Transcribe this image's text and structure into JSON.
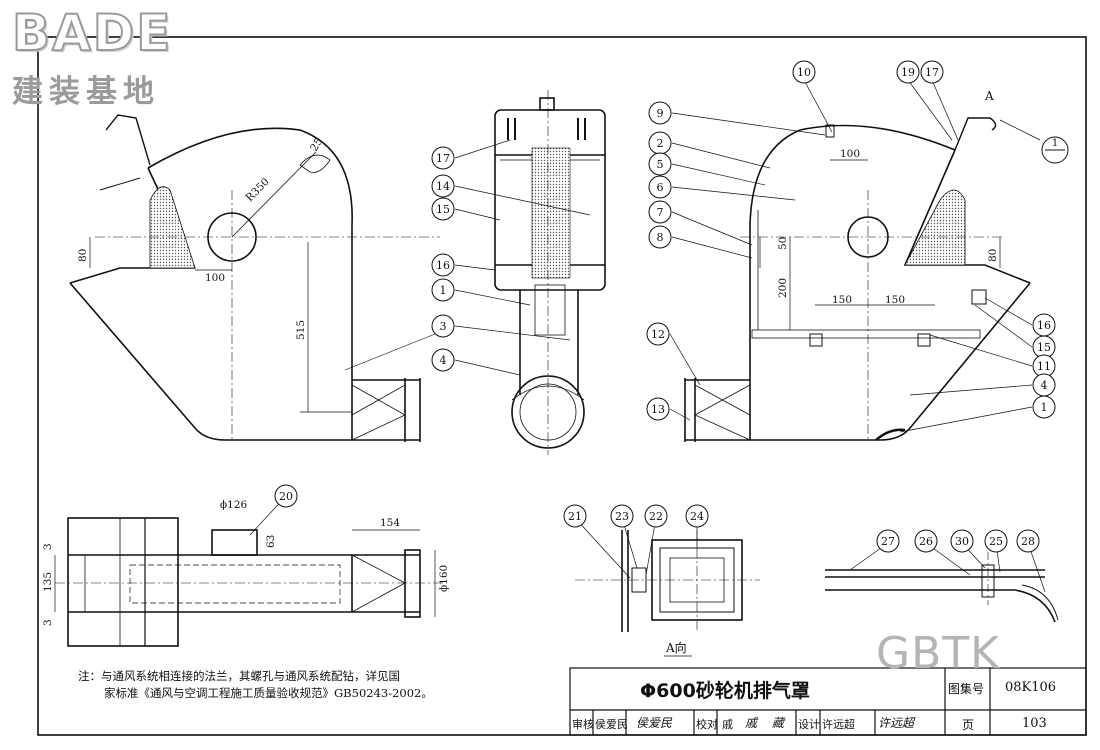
{
  "brand": {
    "name": "BADE",
    "subtitle": "建装基地"
  },
  "watermark": "GBTK",
  "note": {
    "line1": "注：与通风系统相连接的法兰，其螺孔与通风系统配钻，详见国",
    "line2": "家标准《通风与空调工程施工质量验收规范》GB50243-2002。"
  },
  "title_block": {
    "title": "Φ600砂轮机排气罩",
    "atlas_label": "图集号",
    "atlas_no": "08K106",
    "page_label": "页",
    "page_no": "103",
    "signatures": [
      "审核",
      "侯爱民",
      "侯爱民",
      "校对",
      "戚",
      "戚",
      "藏",
      "设计",
      "许远超",
      "许远超"
    ]
  },
  "view_label": "A向",
  "arrow_label": "A",
  "dimensions": {
    "r350": "R350",
    "d25": "25",
    "d80l": "80",
    "d100l": "100",
    "d515": "515",
    "d100r": "100",
    "d50": "50",
    "d200": "200",
    "d150a": "150",
    "d150b": "150",
    "d80r": "80",
    "phi126": "ϕ126",
    "d63": "63",
    "d154": "154",
    "d135": "135",
    "d3a": "3",
    "d3b": "3",
    "phi160": "ϕ160"
  },
  "callouts": {
    "front": [
      "17",
      "14",
      "15",
      "16",
      "1",
      "3",
      "4"
    ],
    "right": [
      "10",
      "19",
      "17",
      "9",
      "2",
      "5",
      "6",
      "7",
      "8",
      "12",
      "13",
      "16",
      "15",
      "11",
      "4",
      "1"
    ],
    "left": [
      "3"
    ],
    "section_a": [
      "21",
      "23",
      "22",
      "24"
    ],
    "detail": [
      "27",
      "26",
      "30",
      "25",
      "28"
    ],
    "plan": [
      "20"
    ],
    "section_mark": "1"
  }
}
